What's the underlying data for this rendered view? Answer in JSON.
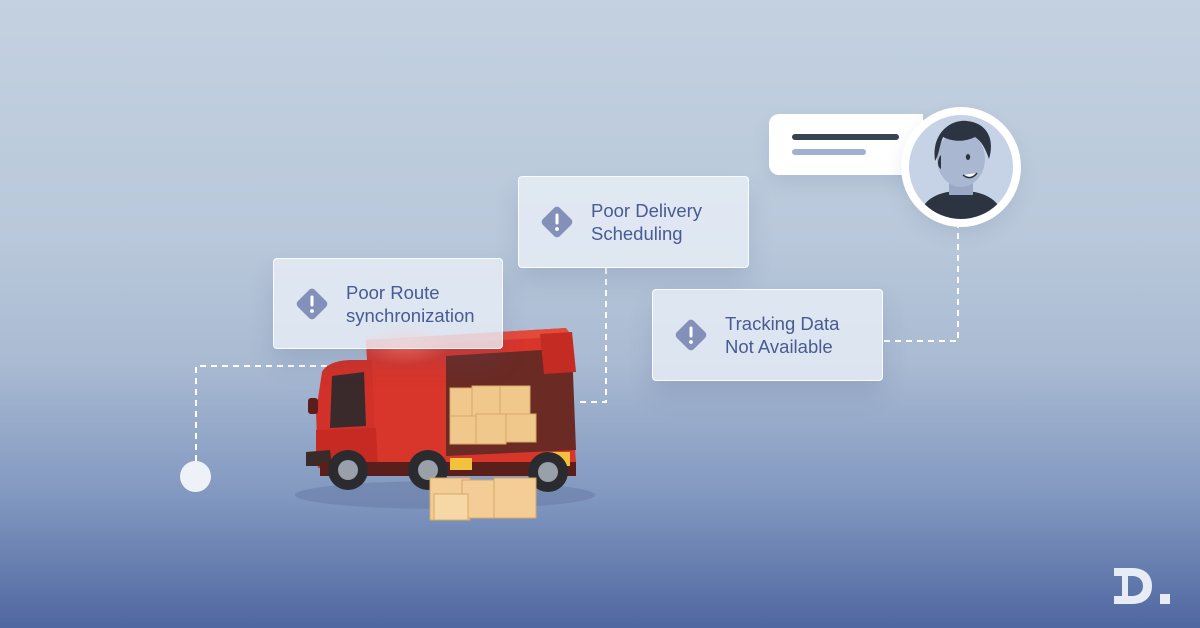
{
  "cards": [
    {
      "id": "route",
      "icon": "warning-diamond-icon",
      "lines": [
        "Poor Route",
        "synchronization"
      ]
    },
    {
      "id": "scheduling",
      "icon": "warning-diamond-icon",
      "lines": [
        "Poor Delivery",
        "Scheduling"
      ]
    },
    {
      "id": "tracking",
      "icon": "warning-diamond-icon",
      "lines": [
        "Tracking Data",
        "Not Available"
      ]
    }
  ],
  "icons": {
    "warning": "warning-diamond-icon",
    "avatar": "support-agent-avatar-icon",
    "truck": "delivery-truck-icon",
    "box": "cardboard-box-icon",
    "logo": "brand-logo-d-icon"
  },
  "colors": {
    "card_text": "#485b93",
    "icon_fill": "#8391ba",
    "truck_red": "#d9362a",
    "box": "#f1c88c",
    "connector": "#ffffff",
    "logo": "#e8edf5"
  }
}
